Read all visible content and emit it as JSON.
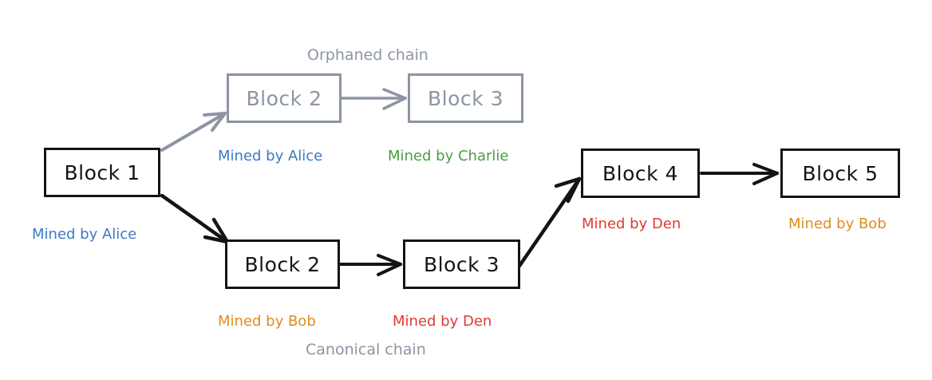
{
  "diagram": {
    "title_orphaned": "Orphaned chain",
    "title_canonical": "Canonical chain",
    "colors": {
      "solid_stroke": "#141414",
      "ghost_stroke": "#8b95a3",
      "alice": "#3b7bc4",
      "charlie": "#4a9e45",
      "bob": "#e08c20",
      "den": "#e03a34",
      "chain_label": "#8b95a3",
      "background": "#ffffff"
    },
    "blocks": [
      {
        "id": "block-1",
        "label": "Block 1",
        "style": "solid",
        "miner": "Mined by Alice",
        "miner_color": "#3b7bc4"
      },
      {
        "id": "orphan-block-2",
        "label": "Block 2",
        "style": "ghost",
        "miner": "Mined by Alice",
        "miner_color": "#3b7bc4"
      },
      {
        "id": "orphan-block-3",
        "label": "Block 3",
        "style": "ghost",
        "miner": "Mined by Charlie",
        "miner_color": "#4a9e45"
      },
      {
        "id": "canonical-block-2",
        "label": "Block 2",
        "style": "solid",
        "miner": "Mined by Bob",
        "miner_color": "#e08c20"
      },
      {
        "id": "canonical-block-3",
        "label": "Block 3",
        "style": "solid",
        "miner": "Mined by Den",
        "miner_color": "#e03a34"
      },
      {
        "id": "canonical-block-4",
        "label": "Block 4",
        "style": "solid",
        "miner": "Mined by Den",
        "miner_color": "#e03a34"
      },
      {
        "id": "canonical-block-5",
        "label": "Block 5",
        "style": "solid",
        "miner": "Mined by Bob",
        "miner_color": "#e08c20"
      }
    ]
  }
}
